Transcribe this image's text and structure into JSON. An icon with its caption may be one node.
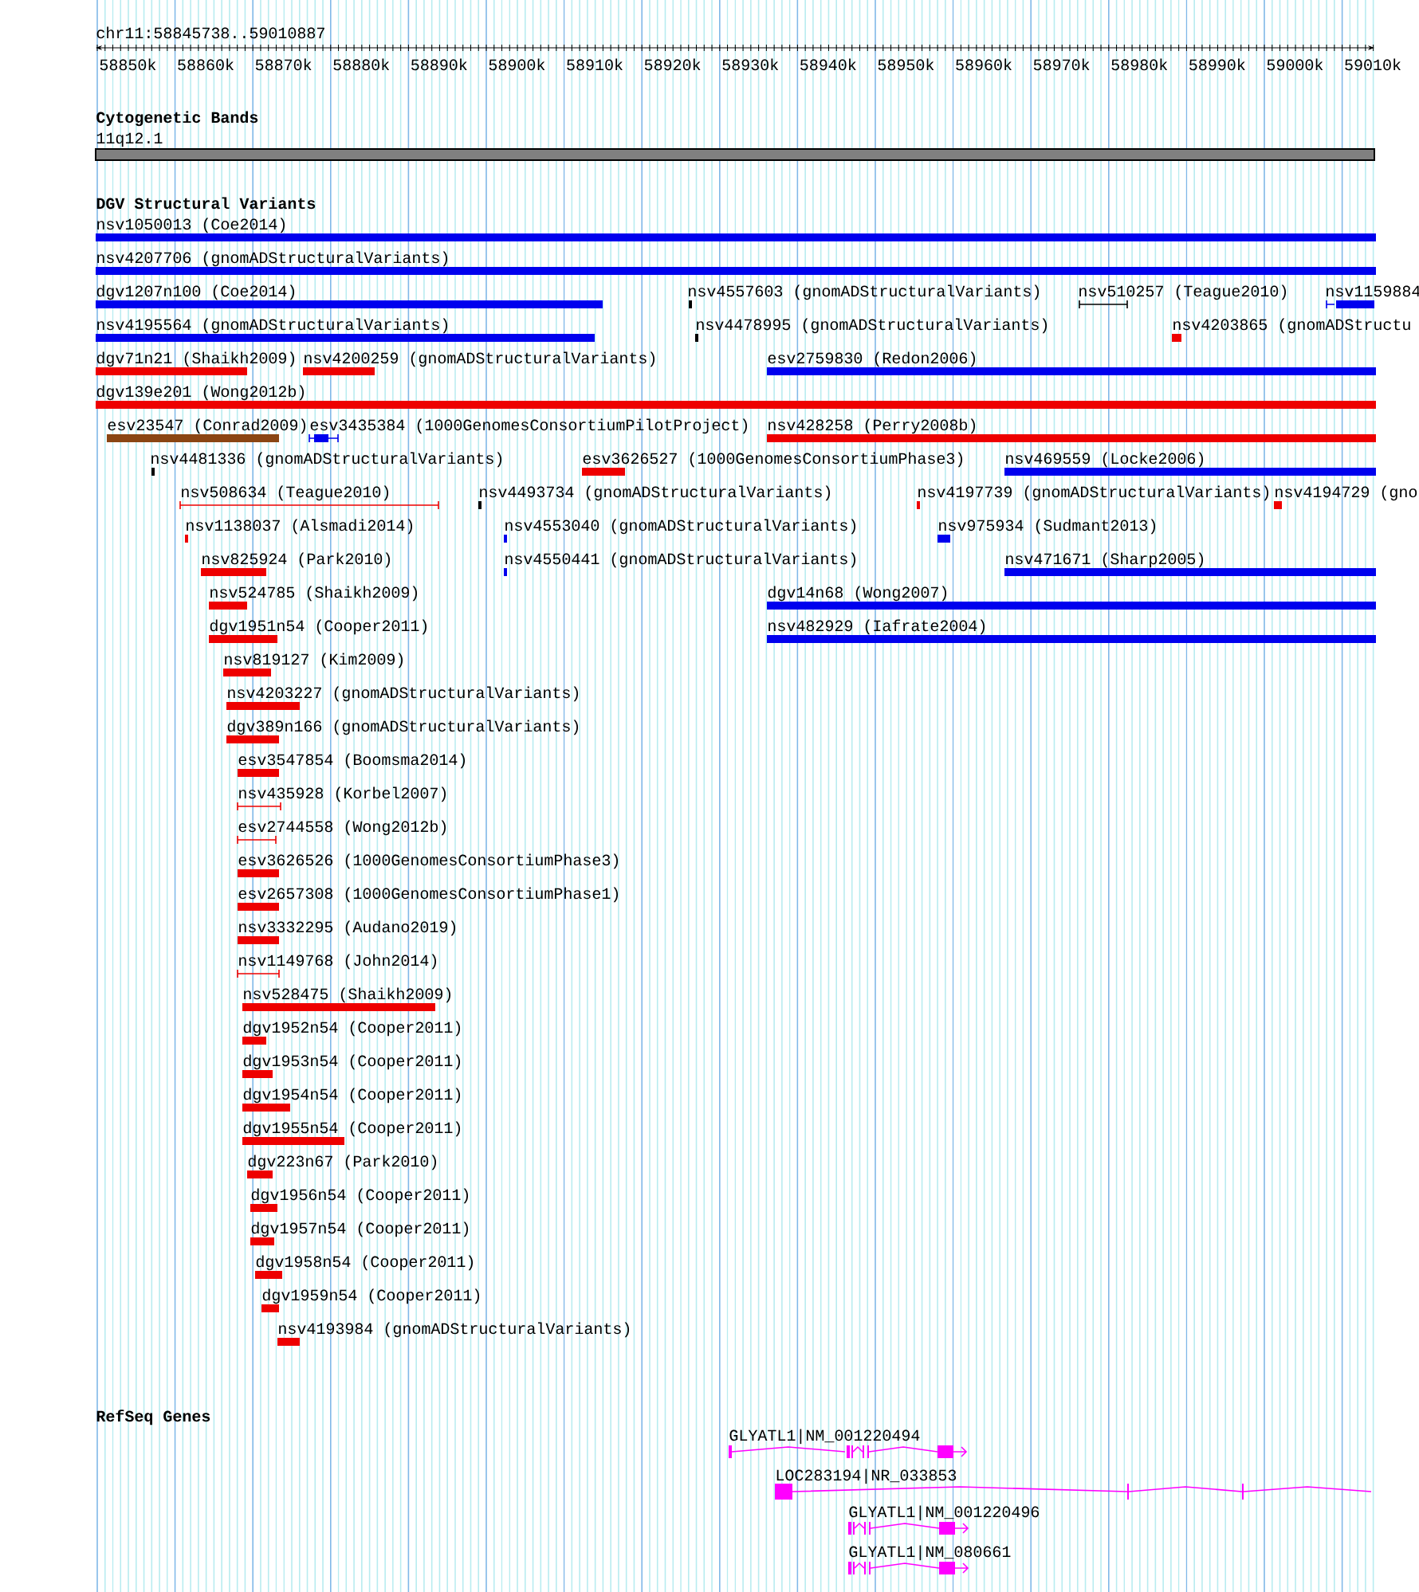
{
  "diagram": {
    "title": "chr11:58845738..59010887",
    "labels": [
      "58850k",
      "58860k",
      "58870k",
      "58880k",
      "58890k",
      "58900k",
      "58910k",
      "58920k",
      "58930k",
      "58940k",
      "58950k",
      "58960k",
      "58970k",
      "58980k",
      "58990k",
      "59000k",
      "59010k",
      "Cytogenetic Bands",
      "11q12.1",
      "DGV Structural Variants",
      "nsv1050013 (Coe2014)",
      "nsv4207706 (gnomADStructuralVariants)",
      "dgv1207n100 (Coe2014)",
      "nsv4557603 (gnomADStructuralVariants)",
      "nsv510257 (Teague2010)",
      "nsv1159884",
      "nsv4195564 (gnomADStructuralVariants)",
      "nsv4478995 (gnomADStructuralVariants)",
      "nsv4203865 (gnomADStructu",
      "dgv71n21 (Shaikh2009)",
      "nsv4200259 (gnomADStructuralVariants)",
      "esv2759830 (Redon2006)",
      "dgv139e201 (Wong2012b)",
      "esv23547 (Conrad2009)",
      "esv3435384 (1000GenomesConsortiumPilotProject)",
      "nsv428258 (Perry2008b)",
      "nsv4481336 (gnomADStructuralVariants)",
      "esv3626527 (1000GenomesConsortiumPhase3)",
      "nsv469559 (Locke2006)",
      "nsv508634 (Teague2010)",
      "nsv4493734 (gnomADStructuralVariants)",
      "nsv4197739 (gnomADStructuralVariants)",
      "nsv4194729 (gno",
      "nsv1138037 (Alsmadi2014)",
      "nsv4553040 (gnomADStructuralVariants)",
      "nsv975934 (Sudmant2013)",
      "nsv825924 (Park2010)",
      "nsv4550441 (gnomADStructuralVariants)",
      "nsv471671 (Sharp2005)",
      "nsv524785 (Shaikh2009)",
      "dgv14n68 (Wong2007)",
      "dgv1951n54 (Cooper2011)",
      "nsv482929 (Iafrate2004)",
      "nsv819127 (Kim2009)",
      "nsv4203227 (gnomADStructuralVariants)",
      "dgv389n166 (gnomADStructuralVariants)",
      "esv3547854 (Boomsma2014)",
      "nsv435928 (Korbel2007)",
      "esv2744558 (Wong2012b)",
      "esv3626526 (1000GenomesConsortiumPhase3)",
      "esv2657308 (1000GenomesConsortiumPhase1)",
      "nsv3332295 (Audano2019)",
      "nsv1149768 (John2014)",
      "nsv528475 (Shaikh2009)",
      "dgv1952n54 (Cooper2011)",
      "dgv1953n54 (Cooper2011)",
      "dgv1954n54 (Cooper2011)",
      "dgv1955n54 (Cooper2011)",
      "dgv223n67 (Park2010)",
      "dgv1956n54 (Cooper2011)",
      "dgv1957n54 (Cooper2011)",
      "dgv1958n54 (Cooper2011)",
      "dgv1959n54 (Cooper2011)",
      "nsv4193984 (gnomADStructuralVariants)",
      "RefSeq Genes",
      "GLYATL1|NM_001220494",
      "LOC283194|NR_033853",
      "GLYATL1|NM_001220496",
      "GLYATL1|NM_080661"
    ]
  }
}
